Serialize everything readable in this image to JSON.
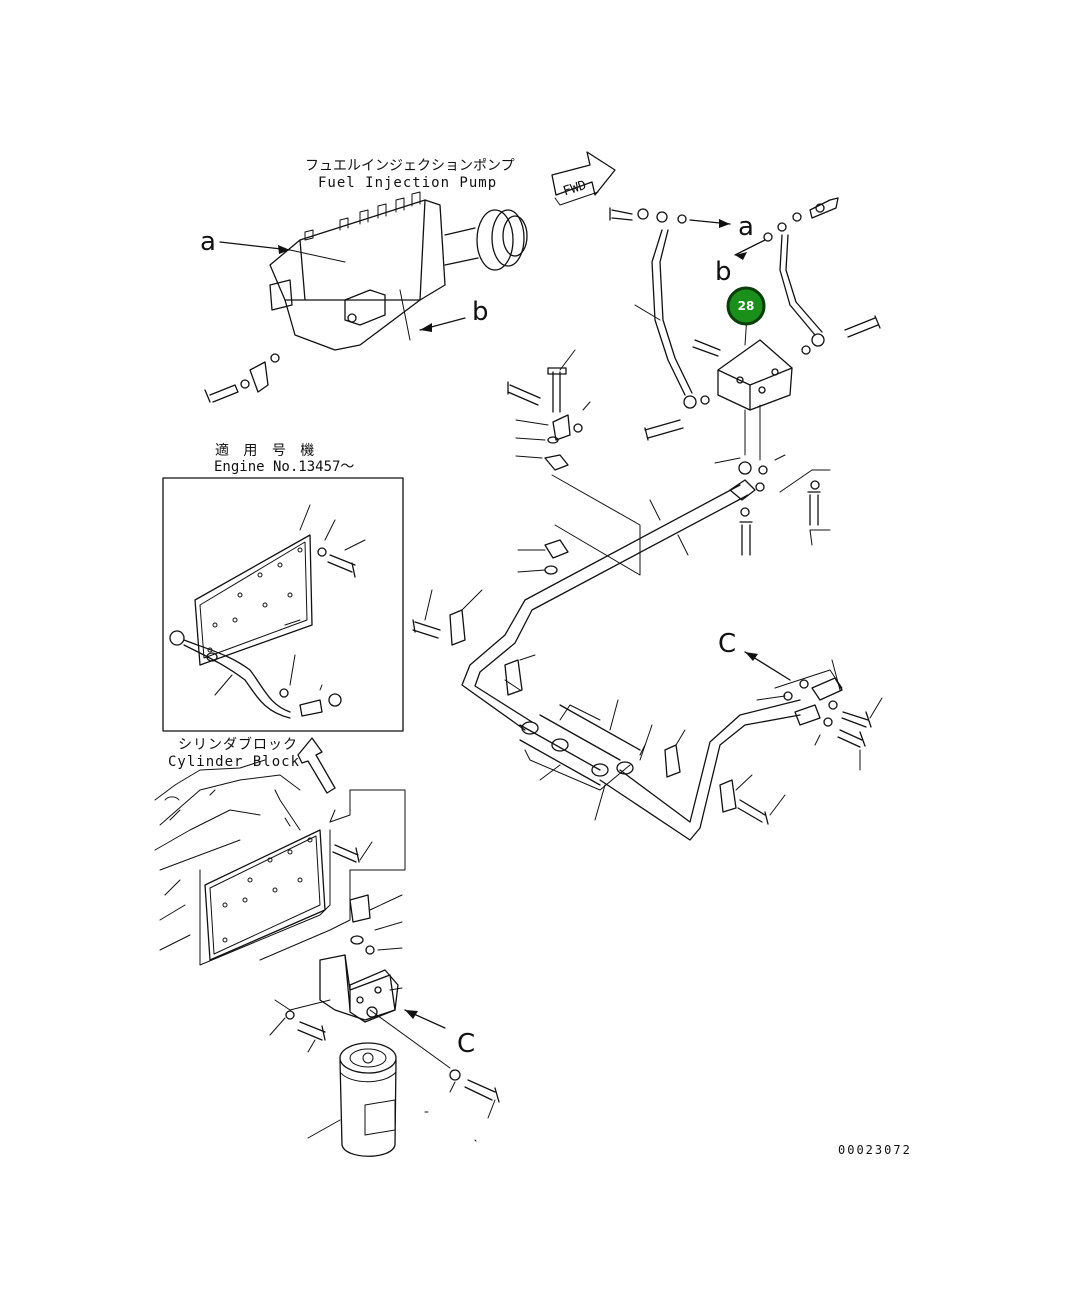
{
  "labels": {
    "fuel_pump_jp": "フュエルインジェクションポンプ",
    "fuel_pump_en": "Fuel Injection Pump",
    "fwd": "FWD",
    "serial_jp": "適 用 号 機",
    "serial_en": "Engine No.13457～",
    "cyl_jp": "シリンダブロック",
    "cyl_en": "Cylinder Block",
    "drawing_no": "00023072"
  },
  "refs": {
    "a1": "a",
    "a2": "a",
    "b1": "b",
    "b2": "b",
    "c1": "C",
    "c2": "C"
  },
  "callout": {
    "number": "28",
    "fill": "#1a8f1a",
    "ring": "#0a3d0a"
  }
}
